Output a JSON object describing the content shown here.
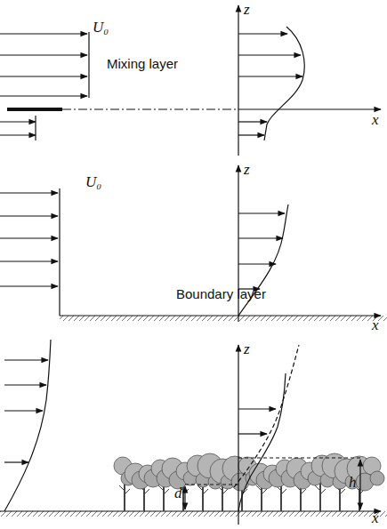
{
  "diagram": {
    "labels": [
      "U₀",
      "Mixing layer",
      "z",
      "x",
      "U₀",
      "z",
      "Boundary layer",
      "x",
      "z",
      "d",
      "h",
      "x"
    ]
  }
}
